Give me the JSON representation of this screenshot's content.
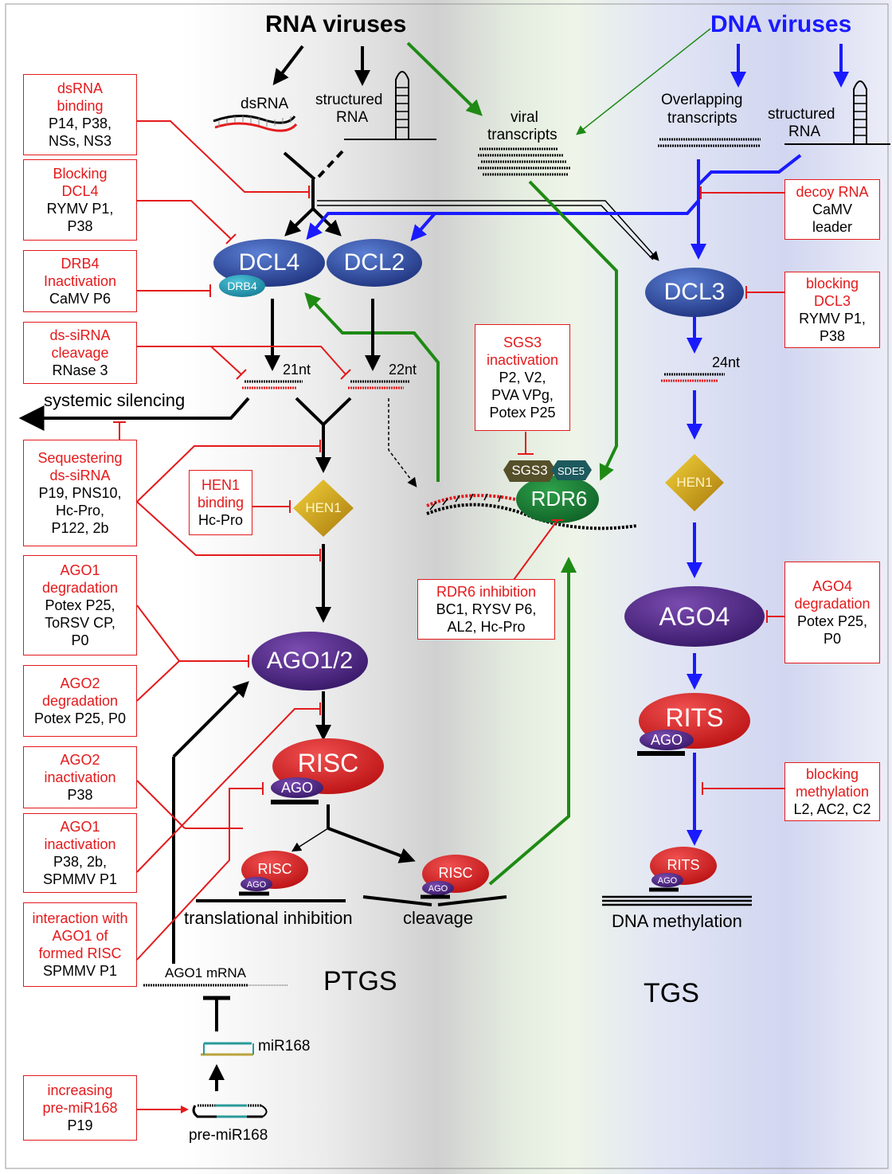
{
  "titles": {
    "rna_viruses": "RNA viruses",
    "dna_viruses": "DNA viruses",
    "ptgs": "PTGS",
    "tgs": "TGS"
  },
  "colors": {
    "inhibition": "#e41a1c",
    "rna_path": "#000000",
    "dna_path": "#1a1aff",
    "amplification_path": "#1e8a14"
  },
  "rna_forms": {
    "dsrna": "dsRNA",
    "structured_rna_1": "structured",
    "structured_rna_2": "RNA"
  },
  "dna_forms": {
    "overlapping_1": "Overlapping",
    "overlapping_2": "transcripts",
    "structured_rna_1": "structured",
    "structured_rna_2": "RNA"
  },
  "viral_transcripts": {
    "line1": "viral",
    "line2": "transcripts"
  },
  "enzymes": {
    "dcl4": "DCL4",
    "drb4": "DRB4",
    "dcl2": "DCL2",
    "dcl3": "DCL3",
    "hen1_ptgs": "HEN1",
    "hen1_tgs": "HEN1",
    "ago12": "AGO1/2",
    "ago4": "AGO4",
    "risc": "RISC",
    "risc_ago": "AGO",
    "risc_small_1": "RISC",
    "risc_small_1_ago": "AGO",
    "risc_small_2": "RISC",
    "risc_small_2_ago": "AGO",
    "rits": "RITS",
    "rits_ago": "AGO",
    "rits_small": "RITS",
    "rits_small_ago": "AGO",
    "sgs3": "SGS3",
    "sde5": "SDE5",
    "rdr6": "RDR6"
  },
  "sizes": {
    "nt21": "21nt",
    "nt22": "22nt",
    "nt24": "24nt"
  },
  "outcomes": {
    "systemic_silencing": "systemic silencing",
    "translational_inhibition": "translational inhibition",
    "cleavage": "cleavage",
    "dna_methylation": "DNA methylation",
    "ago1_mrna": "AGO1 mRNA",
    "mir168": "miR168",
    "pre_mir168": "pre-miR168"
  },
  "suppressor_boxes": {
    "dsrna_binding": {
      "head": [
        "dsRNA",
        "binding"
      ],
      "body": [
        "P14, P38,",
        "NSs, NS3"
      ]
    },
    "blocking_dcl4": {
      "head": [
        "Blocking",
        "DCL4"
      ],
      "body": [
        "RYMV P1,",
        "P38"
      ]
    },
    "drb4_inactivation": {
      "head": [
        "DRB4",
        "Inactivation"
      ],
      "body": [
        "CaMV P6"
      ]
    },
    "ds_sirna_cleavage": {
      "head": [
        "ds-siRNA",
        "cleavage"
      ],
      "body": [
        "RNase 3"
      ]
    },
    "sequestering": {
      "head": [
        "Sequestering",
        "ds-siRNA"
      ],
      "body": [
        "P19,  PNS10,",
        "Hc-Pro,",
        "P122, 2b"
      ]
    },
    "hen1_binding": {
      "head": [
        "HEN1",
        "binding"
      ],
      "body": [
        "Hc-Pro"
      ]
    },
    "ago1_degradation": {
      "head": [
        "AGO1",
        "degradation"
      ],
      "body": [
        "Potex P25,",
        "ToRSV CP,",
        "P0"
      ]
    },
    "ago2_degradation": {
      "head": [
        "AGO2",
        "degradation"
      ],
      "body": [
        "Potex P25, P0"
      ]
    },
    "ago2_inactivation": {
      "head": [
        "AGO2",
        "inactivation"
      ],
      "body": [
        "P38"
      ]
    },
    "ago1_inactivation": {
      "head": [
        "AGO1",
        "inactivation"
      ],
      "body": [
        "P38, 2b,",
        "SPMMV P1"
      ]
    },
    "interaction_ago1": {
      "head": [
        "interaction with",
        "AGO1 of",
        "formed RISC"
      ],
      "body": [
        "SPMMV P1"
      ]
    },
    "increasing_premir": {
      "head": [
        "increasing",
        "pre-miR168"
      ],
      "body": [
        "P19"
      ]
    },
    "sgs3_inactivation": {
      "head": [
        "SGS3",
        "inactivation"
      ],
      "body": [
        "P2, V2,",
        "PVA VPg,",
        "Potex P25"
      ]
    },
    "rdr6_inhibition": {
      "head": [
        "RDR6 inhibition"
      ],
      "body": [
        "BC1, RYSV P6,",
        "AL2, Hc-Pro"
      ]
    },
    "decoy_rna": {
      "head": [
        "decoy RNA"
      ],
      "body": [
        "CaMV",
        "leader"
      ]
    },
    "blocking_dcl3": {
      "head": [
        "blocking",
        "DCL3"
      ],
      "body": [
        "RYMV P1,",
        "P38"
      ]
    },
    "ago4_degradation": {
      "head": [
        "AGO4",
        "degradation"
      ],
      "body": [
        "Potex P25,",
        "P0"
      ]
    },
    "blocking_methylation": {
      "head": [
        "blocking",
        "methylation"
      ],
      "body": [
        "L2, AC2, C2"
      ]
    }
  }
}
